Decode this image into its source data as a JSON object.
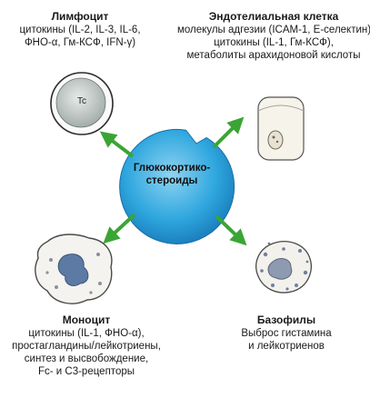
{
  "center": {
    "line1": "Глюкокортико-",
    "line2": "стероиды"
  },
  "lymphocyte": {
    "title": "Лимфоцит",
    "lines": [
      "цитокины (IL-2, IL-3, IL-6,",
      "ФНО-α, Гм-КСФ, IFN-γ)"
    ],
    "cell_label": "Tc"
  },
  "endothelial": {
    "title": "Эндотелиальная клетка",
    "lines": [
      "молекулы адгезии (ICAM-1, E-селектин),",
      "цитокины (IL-1, Гм-КСФ),",
      "метаболиты арахидоновой кислоты"
    ]
  },
  "monocyte": {
    "title": "Моноцит",
    "lines": [
      "цитокины (IL-1, ФНО-α),",
      "простагландины/лейкотриены,",
      "синтез и высвобождение,",
      "Fc- и C3-рецепторы"
    ]
  },
  "basophil": {
    "title": "Базофилы",
    "lines": [
      "Выброс гистамина",
      "и лейкотриенов"
    ]
  },
  "colors": {
    "center_blue": "#29a9e0",
    "arrow_green": "#3aa534",
    "cell_gray": "#c4c9c6"
  }
}
